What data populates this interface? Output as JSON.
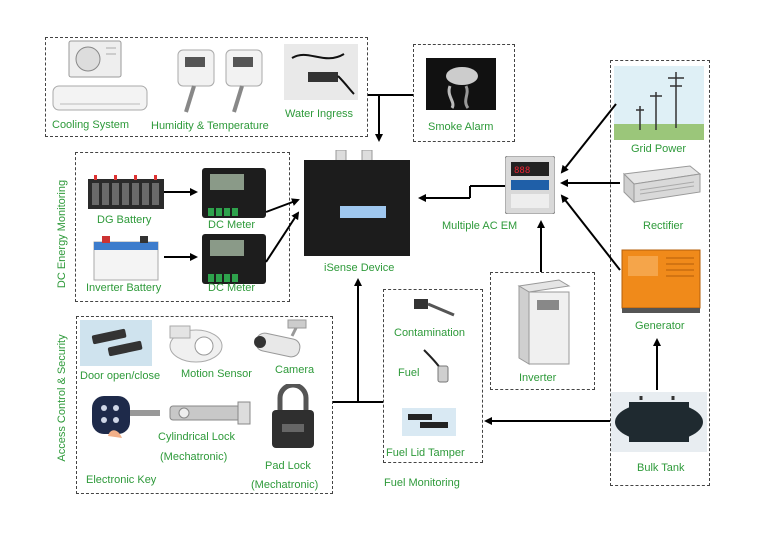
{
  "labels": {
    "cooling": "Cooling System",
    "humidity": "Humidity & Temperature",
    "water": "Water Ingress",
    "smoke": "Smoke Alarm",
    "grid": "Grid Power",
    "rectifier": "Rectifier",
    "generator": "Generator",
    "bulk_tank": "Bulk Tank",
    "dg_battery": "DG Battery",
    "inverter_battery": "Inverter Battery",
    "dc_meter_1": "DC Meter",
    "dc_meter_2": "DC Meter",
    "isense": "iSense Device",
    "multi_ac_em": "Multiple AC EM",
    "inverter": "Inverter",
    "contamination": "Contamination",
    "fuel": "Fuel",
    "fuel_lid": "Fuel Lid Tamper",
    "fuel_monitoring": "Fuel Monitoring",
    "door": "Door open/close",
    "motion": "Motion Sensor",
    "camera": "Camera",
    "cyl_lock_1": "Cylindrical Lock",
    "cyl_lock_2": "(Mechatronic)",
    "pad_lock_1": "Pad Lock",
    "pad_lock_2": "(Mechatronic)",
    "e_key": "Electronic Key",
    "dc_energy": "DC Energy Monitoring",
    "access": "Access Control & Security"
  },
  "colors": {
    "label": "#2e9a3a",
    "arrow": "#000000",
    "device": "#1c1c1c"
  }
}
